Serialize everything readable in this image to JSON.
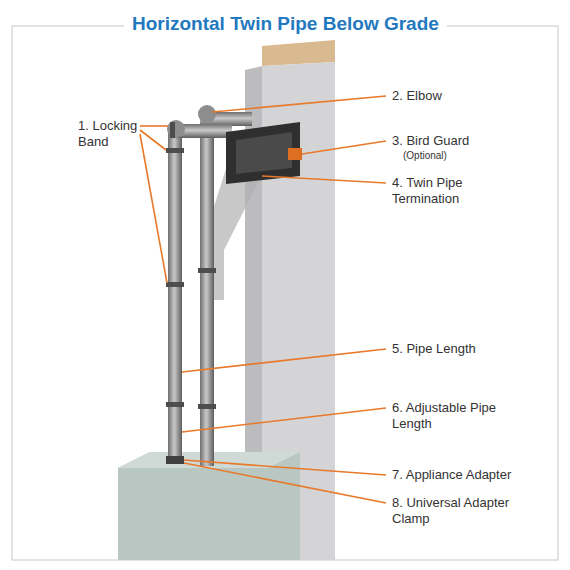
{
  "diagram": {
    "title": "Horizontal Twin Pipe Below Grade",
    "labels": [
      "1. Locking Band",
      "2. Elbow",
      "3. Bird Guard",
      "(Optional)",
      "4. Twin Pipe Termination",
      "5. Pipe Length",
      "6. Adjustable Pipe Length",
      "7. Appliance Adapter",
      "8. Universal Adapter Clamp"
    ]
  }
}
